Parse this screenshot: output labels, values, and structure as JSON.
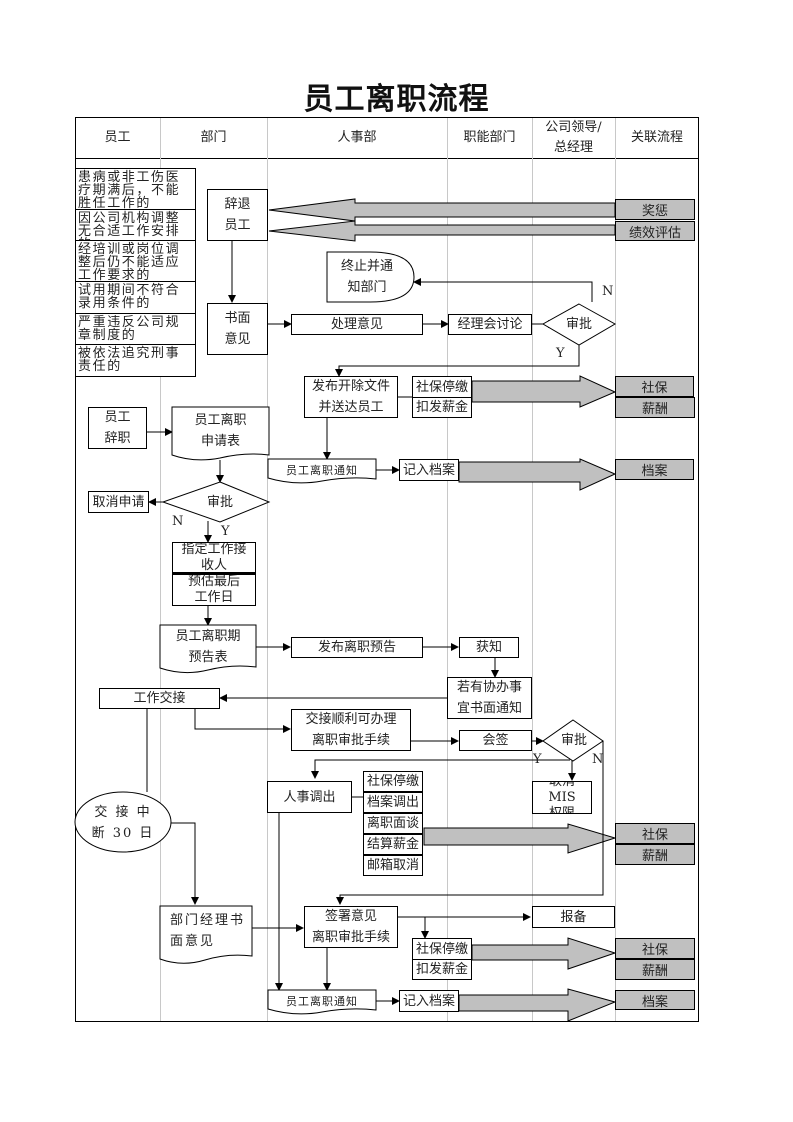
{
  "title": "员工离职流程",
  "lanes": [
    "员工",
    "部门",
    "人事部",
    "职能部门",
    "公司领导/\n总经理",
    "关联流程"
  ],
  "conditions": [
    "患病或非工伤医疗期满后，不能胜任工作的",
    "因公司机构调整无合适工作安排的",
    "经培训或岗位调整后仍不能适应工作要求的",
    "试用期间不符合录用条件的",
    "严重违反公司规章制度的",
    "被依法追究刑事责任的"
  ],
  "nodes": {
    "dismiss": "辞退\n员工",
    "written_opinion": "书面\n意见",
    "handle_opinion": "处理意见",
    "manager_discuss": "经理会讨论",
    "approve1": "审批",
    "terminate_notify": "终止并通\n知部门",
    "publish_dismissal": "发布开除文件\n并送达员工",
    "si_stop1": "社保停缴",
    "pay_salary1": "扣发薪金",
    "notice1": "员工离职通知",
    "record1": "记入档案",
    "resign": "员工\n辞职",
    "resign_form": "员工离职\n申请表",
    "approve2": "审批",
    "cancel_application": "取消申请",
    "assign_receiver": "指定工作接\n收人",
    "estimate_last_day": "预估最后\n工作日",
    "notice_form": "员工离职期\n预告表",
    "publish_notice": "发布离职预告",
    "informed": "获知",
    "written_notify": "若有协办事\n宜书面通知",
    "handover": "工作交接",
    "handover_ok": "交接顺利可办理\n离职审批手续",
    "countersign": "会签",
    "approve3": "审批",
    "cancel_mis": "取消 MIS\n权限",
    "hr_transfer": "人事调出",
    "task_list": [
      "社保停缴",
      "档案调出",
      "离职面谈",
      "结算薪金",
      "邮箱取消"
    ],
    "handover_break": "交 接 中\n断 30 日",
    "dept_manager_opinion": "部门经理书\n面意见",
    "sign_opinion": "签署意见\n离职审批手续",
    "filing": "报备",
    "si_stop2": "社保停缴",
    "pay_salary2": "扣发薪金",
    "notice2": "员工离职通知",
    "record2": "记入档案"
  },
  "labels": {
    "yes": "Y",
    "no": "N"
  },
  "related": {
    "reward": "奖惩",
    "performance": "绩效评估",
    "social_insurance": "社保",
    "salary": "薪酬",
    "archive": "档案"
  },
  "colors": {
    "related_fill": "#c0c0c0",
    "lane_divider": "#c8c8c8"
  }
}
